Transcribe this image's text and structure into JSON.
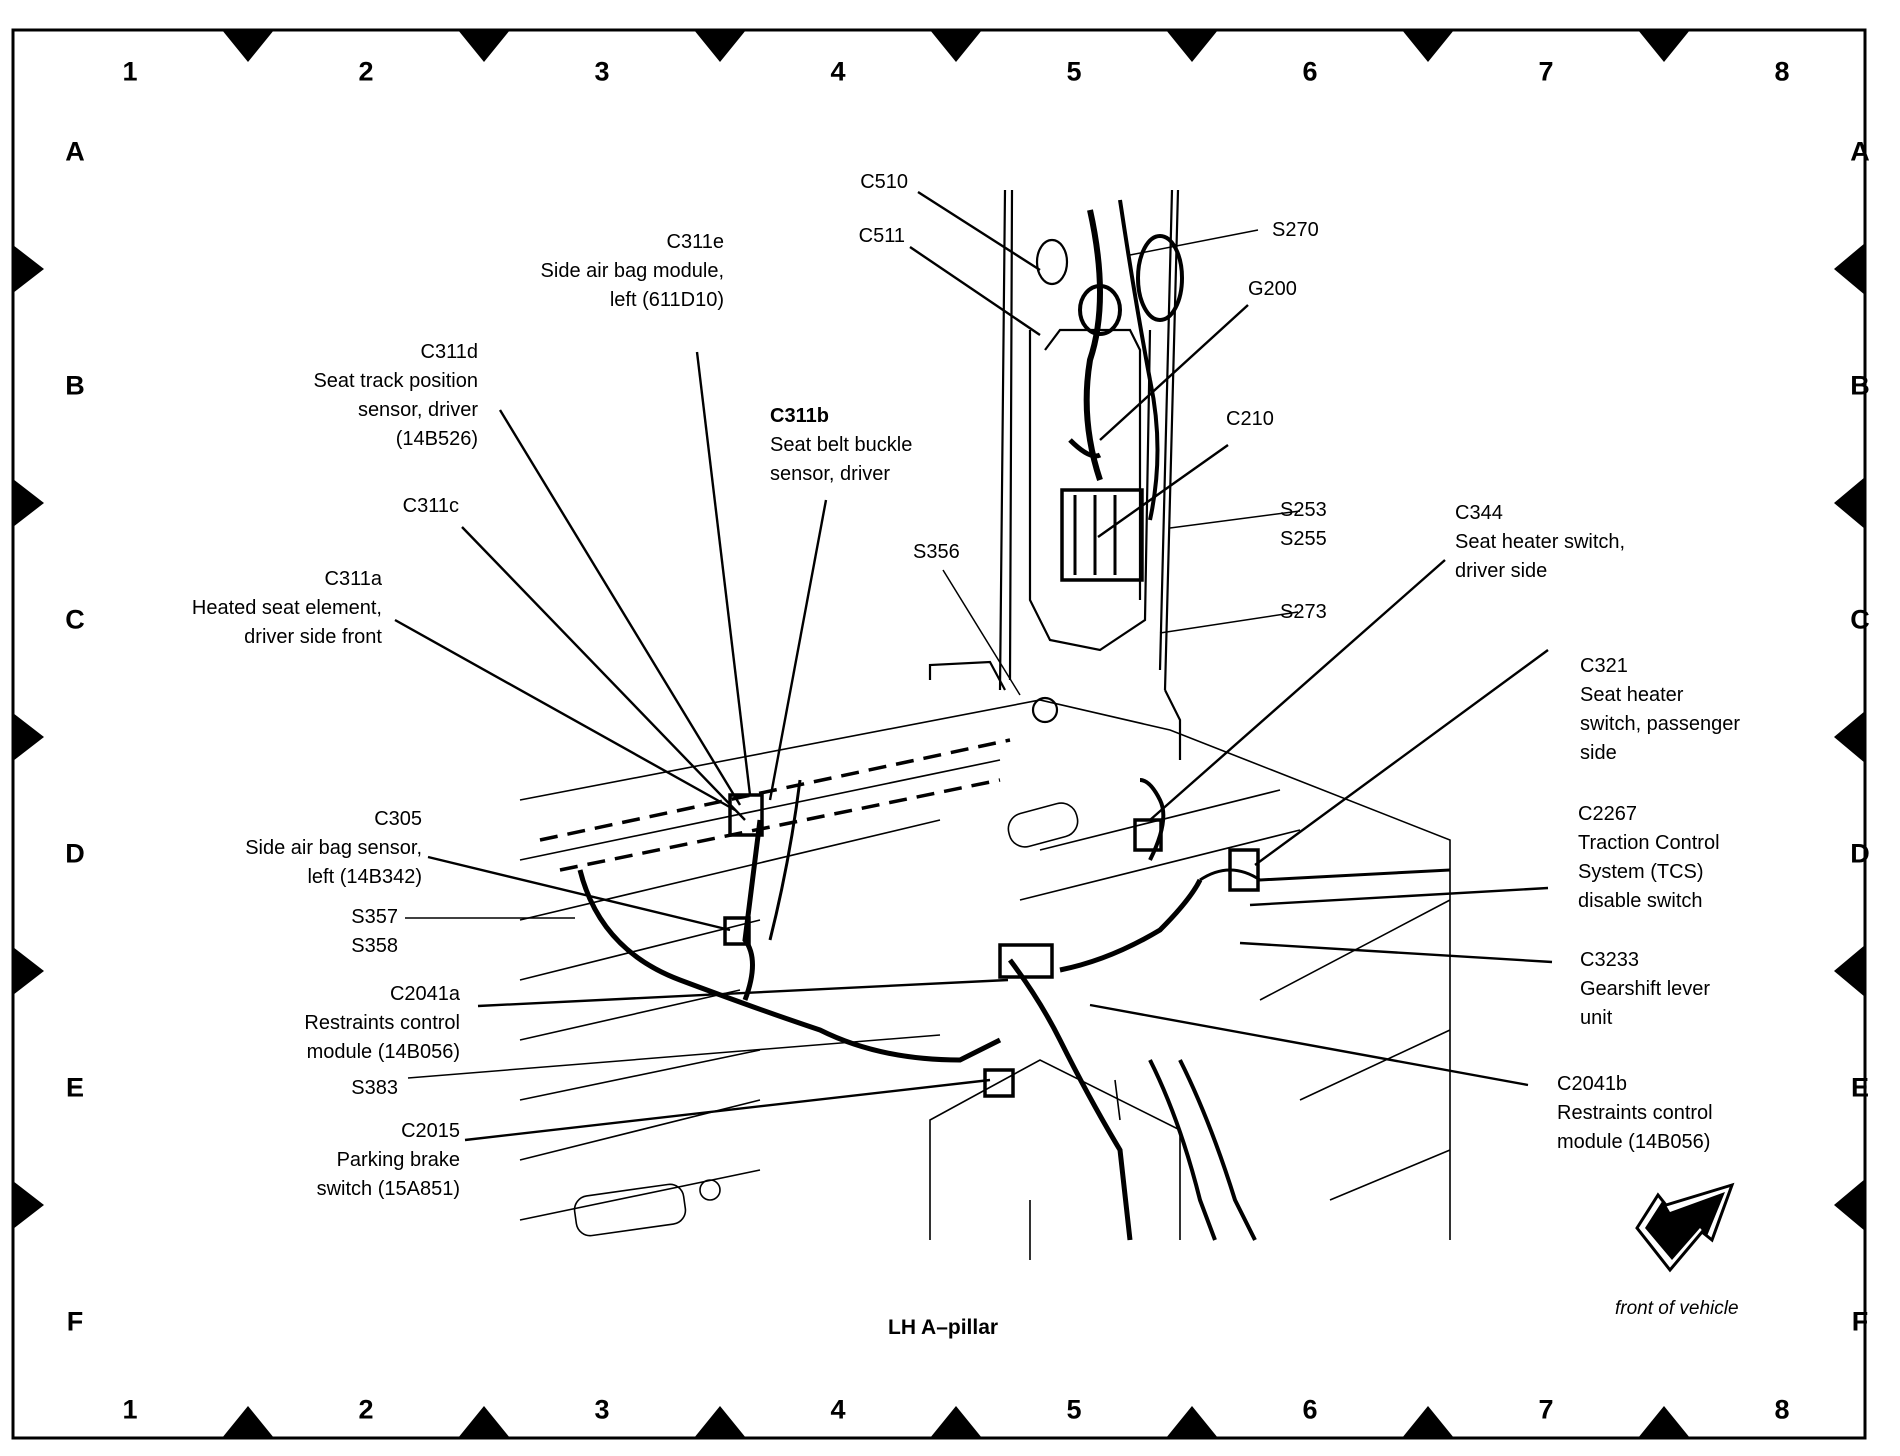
{
  "diagram": {
    "title": "LH A–pillar",
    "orientation_note": "front of vehicle",
    "orientation_icon": "arrow-icon",
    "grid": {
      "columns": [
        "1",
        "2",
        "3",
        "4",
        "5",
        "6",
        "7",
        "8"
      ],
      "rows": [
        "A",
        "B",
        "C",
        "D",
        "E",
        "F"
      ]
    },
    "callouts": [
      {
        "id": "c510",
        "code": "C510",
        "desc": []
      },
      {
        "id": "c511",
        "code": "C511",
        "desc": []
      },
      {
        "id": "s270",
        "code": "S270",
        "desc": []
      },
      {
        "id": "g200",
        "code": "G200",
        "desc": []
      },
      {
        "id": "c311e",
        "code": "C311e",
        "desc": [
          "Side air bag module,",
          "left (611D10)"
        ]
      },
      {
        "id": "c311d",
        "code": "C311d",
        "desc": [
          "Seat track position",
          "sensor, driver",
          "(14B526)"
        ]
      },
      {
        "id": "c311b",
        "code": "C311b",
        "desc": [
          "Seat belt buckle",
          "sensor, driver"
        ]
      },
      {
        "id": "c210",
        "code": "C210",
        "desc": []
      },
      {
        "id": "c311c",
        "code": "C311c",
        "desc": []
      },
      {
        "id": "s253",
        "code": "S253",
        "desc": [
          "S255"
        ]
      },
      {
        "id": "c344",
        "code": "C344",
        "desc": [
          "Seat heater switch,",
          "driver side"
        ]
      },
      {
        "id": "s356",
        "code": "S356",
        "desc": []
      },
      {
        "id": "c311a",
        "code": "C311a",
        "desc": [
          "Heated seat element,",
          "driver side front"
        ]
      },
      {
        "id": "s273",
        "code": "S273",
        "desc": []
      },
      {
        "id": "c321",
        "code": "C321",
        "desc": [
          "Seat heater",
          "switch, passenger",
          "side"
        ]
      },
      {
        "id": "c305",
        "code": "C305",
        "desc": [
          "Side air bag sensor,",
          "left (14B342)"
        ]
      },
      {
        "id": "c2267",
        "code": "C2267",
        "desc": [
          "Traction Control",
          "System (TCS)",
          "disable switch"
        ]
      },
      {
        "id": "s357",
        "code": "S357",
        "desc": [
          "S358"
        ]
      },
      {
        "id": "c3233",
        "code": "C3233",
        "desc": [
          "Gearshift lever",
          "unit"
        ]
      },
      {
        "id": "c2041a",
        "code": "C2041a",
        "desc": [
          "Restraints control",
          "module (14B056)"
        ]
      },
      {
        "id": "s383",
        "code": "S383",
        "desc": []
      },
      {
        "id": "c2041b",
        "code": "C2041b",
        "desc": [
          "Restraints control",
          "module (14B056)"
        ]
      },
      {
        "id": "c2015",
        "code": "C2015",
        "desc": [
          "Parking brake",
          "switch (15A851)"
        ]
      }
    ]
  }
}
